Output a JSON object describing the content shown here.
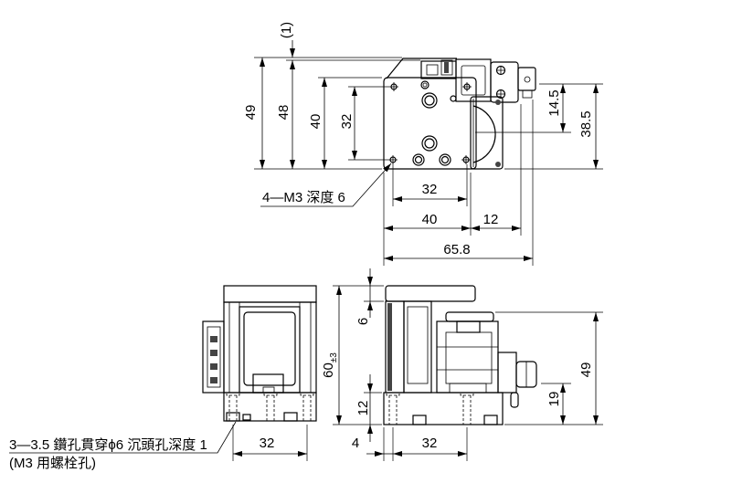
{
  "top_view": {
    "dimensions": {
      "top_offset": "(1)",
      "overall_height": "49",
      "body_height": "48",
      "table_height": "40",
      "hole_pitch_vertical": "32",
      "motor_offset": "14.5",
      "motor_height": "38.5",
      "hole_pitch_horizontal": "32",
      "table_width": "40",
      "motor_width": "12",
      "overall_width": "65.8"
    },
    "hole_callout": "4—M3 深度 6"
  },
  "front_view": {
    "dimensions": {
      "hole_pitch": "32"
    },
    "hole_callout": [
      "3—3.5 鑽孔貫穿ϕ6 沉頭孔深度 1",
      "(M3 用螺栓孔)"
    ]
  },
  "side_view": {
    "dimensions": {
      "table_thickness": "6",
      "overall_height": "60",
      "overall_height_tolerance": "±3",
      "base_thickness": "12",
      "motor_height": "49",
      "knob_height": "19",
      "hole_edge_offset": "4",
      "hole_pitch": "32"
    }
  },
  "colors": {
    "line": "#000000",
    "hatch": "#444444",
    "background": "#ffffff"
  }
}
